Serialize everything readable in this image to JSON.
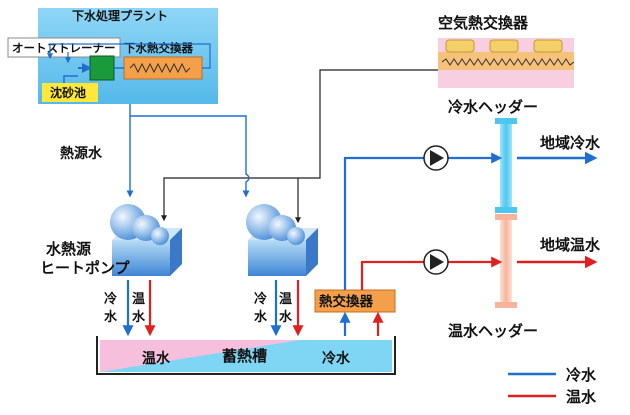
{
  "colors": {
    "cold": "#1e6fd0",
    "hot": "#e02020",
    "line": "#222222",
    "panel": "#5fc0ee",
    "orange": "#f4a04a",
    "pink_tank": "#f6c0dc",
    "blue_tank": "#7fd6f4"
  },
  "labels": {
    "plant_title": "下水処理プラント",
    "strainer": "オートストレーナー",
    "sewage_hx": "下水熱交換器",
    "grit_chamber": "沈砂池",
    "air_hx": "空気熱交換器",
    "cold_header": "冷水ヘッダー",
    "hot_header": "温水ヘッダー",
    "district_cold": "地域冷水",
    "district_hot": "地域温水",
    "heat_source_water": "熱源水",
    "heat_pump_line1": "水熱源",
    "heat_pump_line2": "ヒートポンプ",
    "cold_water_v": "冷\n水",
    "hot_water_v": "温\n水",
    "tank_hot": "温水",
    "tank_name": "蓄熱槽",
    "tank_cold": "冷水",
    "hx": "熱交換器",
    "legend_cold": "冷水",
    "legend_hot": "温水"
  },
  "icons": [
    "pump-icon",
    "heat-pump-icon",
    "sewage-hx-icon",
    "air-hx-icon"
  ]
}
